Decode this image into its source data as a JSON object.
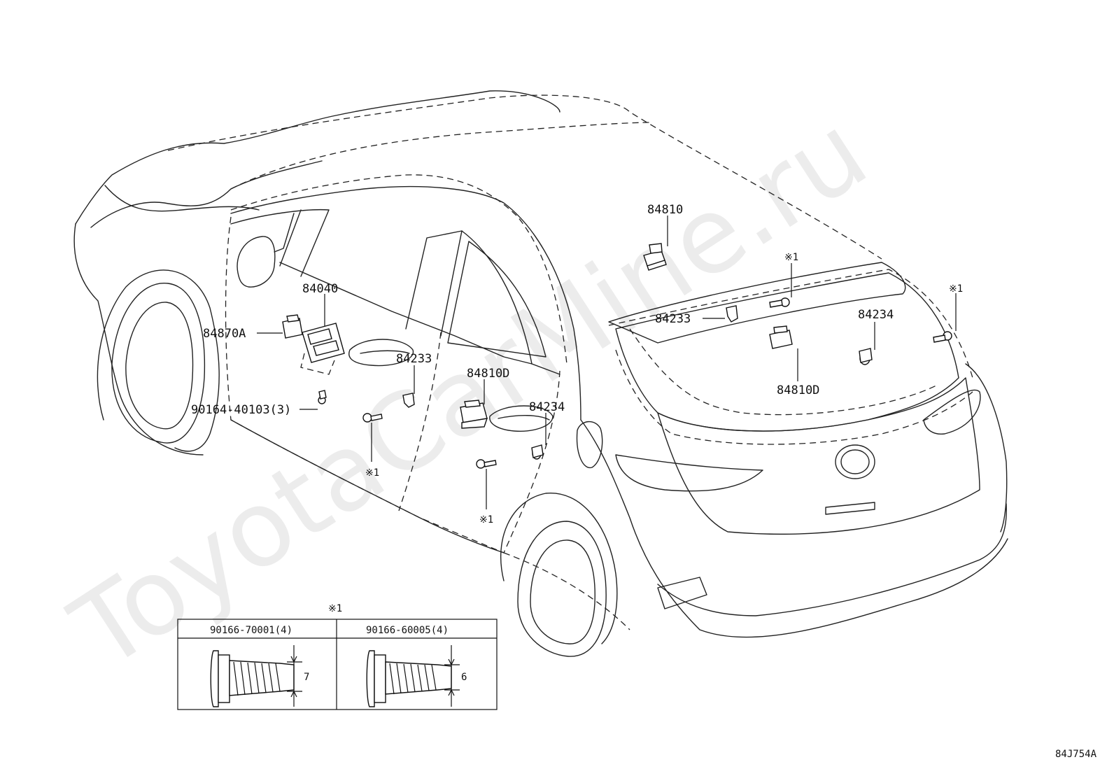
{
  "watermark": "ToyotaCarMine.ru",
  "diagram_code": "84J754A",
  "callouts": {
    "p84810": "84810",
    "p84040": "84040",
    "p84870A": "84870A",
    "p84233_front": "84233",
    "p84233_rear": "84233",
    "p84810D_front": "84810D",
    "p84810D_rear": "84810D",
    "p84234_front": "84234",
    "p84234_rear": "84234",
    "p90164": "90164-40103(3)",
    "note_a": "※1",
    "note_b": "※1",
    "note_c": "※1",
    "note_d": "※1"
  },
  "inset": {
    "note": "※1",
    "columns": [
      {
        "header": "90166-70001(4)",
        "dimension": "7"
      },
      {
        "header": "90166-60005(4)",
        "dimension": "6"
      }
    ]
  }
}
